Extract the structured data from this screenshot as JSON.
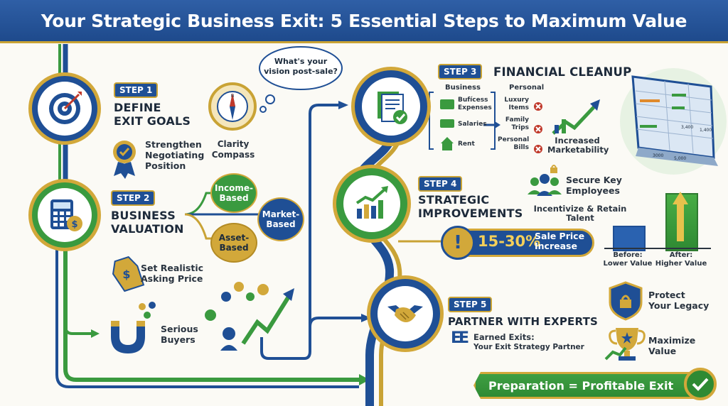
{
  "title": "Your Strategic Business Exit: 5 Essential Steps to Maximum Value",
  "step1": {
    "badge": "STEP 1",
    "heading_line1": "DEFINE",
    "heading_line2": "EXIT GOALS",
    "bubble_line1": "What's your",
    "bubble_line2": "vision post-sale?",
    "compass_line1": "Clarity",
    "compass_line2": "Compass",
    "negotiate_line1": "Strengthen",
    "negotiate_line2": "Negotiating",
    "negotiate_line3": "Position"
  },
  "step2": {
    "badge": "STEP 2",
    "heading_line1": "BUSINESS",
    "heading_line2": "VALUATION",
    "income_line1": "Income-",
    "income_line2": "Based",
    "market_line1": "Market-",
    "market_line2": "Based",
    "asset_line1": "Asset-",
    "asset_line2": "Based",
    "price_line1": "Set Realistic",
    "price_line2": "Asking Price",
    "buyers_line1": "Serious",
    "buyers_line2": "Buyers"
  },
  "step3": {
    "badge": "STEP 3",
    "heading": "FINANCIAL CLEANUP",
    "col_business": "Business",
    "col_personal": "Personal",
    "biz_items": [
      "Bufícess Expenses",
      "Salaries",
      "Rent"
    ],
    "personal_items": [
      "Luxury Items",
      "Family Trips",
      "Personal Bills"
    ],
    "market_line1": "Increased",
    "market_line2": "Marketability",
    "sheet_values": [
      "3,400",
      "1,400",
      "3000",
      "5,000"
    ]
  },
  "step4": {
    "badge": "STEP 4",
    "heading_line1": "STRATEGIC",
    "heading_line2": "IMPROVEMENTS",
    "employees_line1": "Secure Key",
    "employees_line2": "Employees",
    "retain_line1": "Incentivize & Retain",
    "retain_line2": "Talent",
    "increase_pct": "15-30%",
    "increase_line1": "Sale Price",
    "increase_line2": "Increase",
    "before_line1": "Before:",
    "before_line2": "Lower Value",
    "after_line1": "After:",
    "after_line2": "Higher Value"
  },
  "step5": {
    "badge": "STEP 5",
    "heading": "PARTNER WITH EXPERTS",
    "brand_mark": "EE",
    "partner_line1": "Earned Exits:",
    "partner_line2": "Your Exit Strategy Partner",
    "legacy_line1": "Protect",
    "legacy_line2": "Your Legacy",
    "maximize_line1": "Maximize",
    "maximize_line2": "Value"
  },
  "footer": "Preparation = Profitable Exit",
  "colors": {
    "navy": "#1f4f95",
    "green": "#3a9a3f",
    "gold": "#d2a83a",
    "banner": "#2a5aa0"
  }
}
